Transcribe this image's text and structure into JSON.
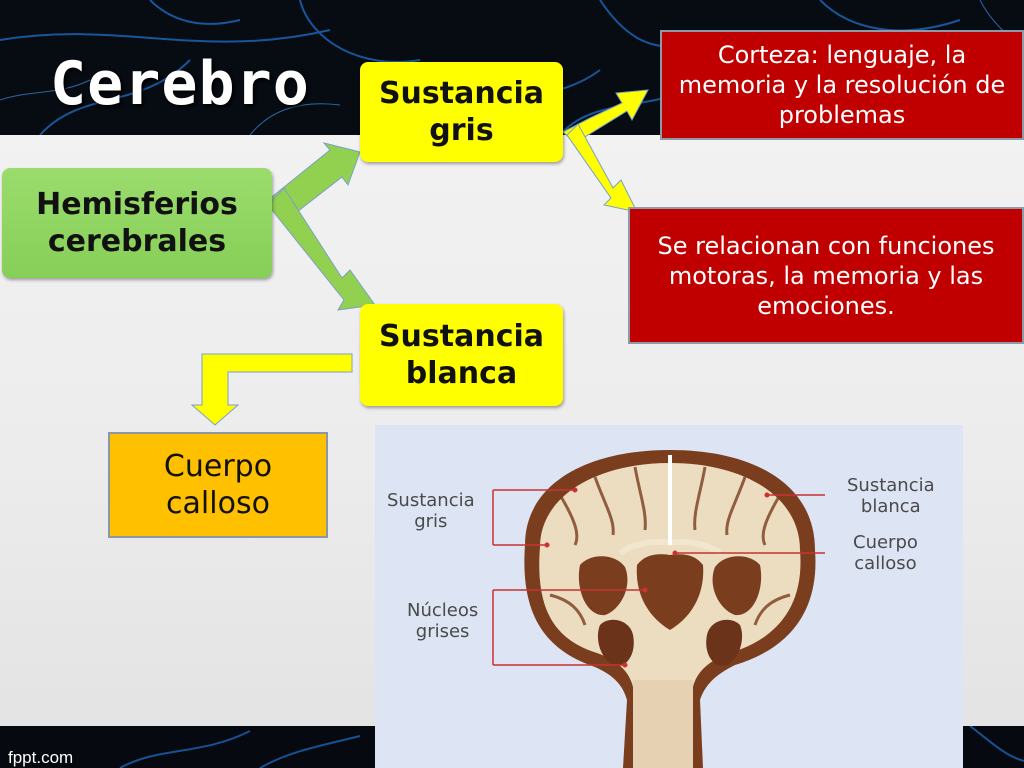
{
  "slide": {
    "title": "Cerebro",
    "colors": {
      "green": "#8fd45f",
      "yellow": "#ffff00",
      "orange": "#ffc000",
      "red": "#c00000",
      "arrow_green": "#92d050"
    }
  },
  "nodes": {
    "hemisferios": "Hemisferios\ncerebrales",
    "gris": "Sustancia\ngris",
    "blanca": "Sustancia\nblanca",
    "cuerpo": "Cuerpo\ncalloso",
    "corteza": "Corteza: lenguaje, la memoria y la resolución de problemas",
    "funciones": "Se relacionan con funciones motoras, la memoria y las emociones."
  },
  "brain_image": {
    "labels": {
      "sustancia_gris": "Sustancia\ngris",
      "sustancia_blanca": "Sustancia\nblanca",
      "cuerpo_calloso": "Cuerpo\ncalloso",
      "nucleos_grises": "Núcleos\ngrises"
    }
  },
  "footer": {
    "brand": "fppt.com"
  }
}
